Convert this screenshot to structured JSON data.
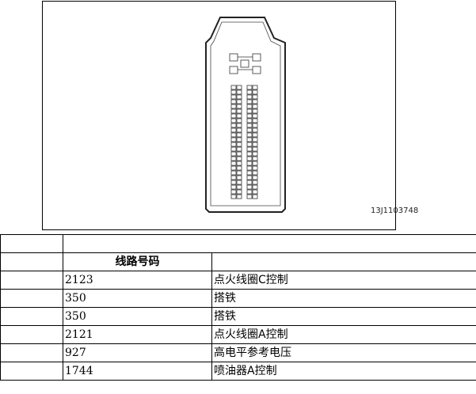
{
  "figure": {
    "id_label": "13J1103748"
  },
  "table": {
    "header": {
      "circuit_label": "线路号码"
    },
    "rows": [
      {
        "circuit": "2123",
        "function": "点火线圈C控制"
      },
      {
        "circuit": "350",
        "function": "搭铁"
      },
      {
        "circuit": "350",
        "function": "搭铁"
      },
      {
        "circuit": "2121",
        "function": "点火线圈A控制"
      },
      {
        "circuit": "927",
        "function": "高电平参考电压"
      },
      {
        "circuit": "1744",
        "function": "喷油器A控制"
      }
    ]
  }
}
